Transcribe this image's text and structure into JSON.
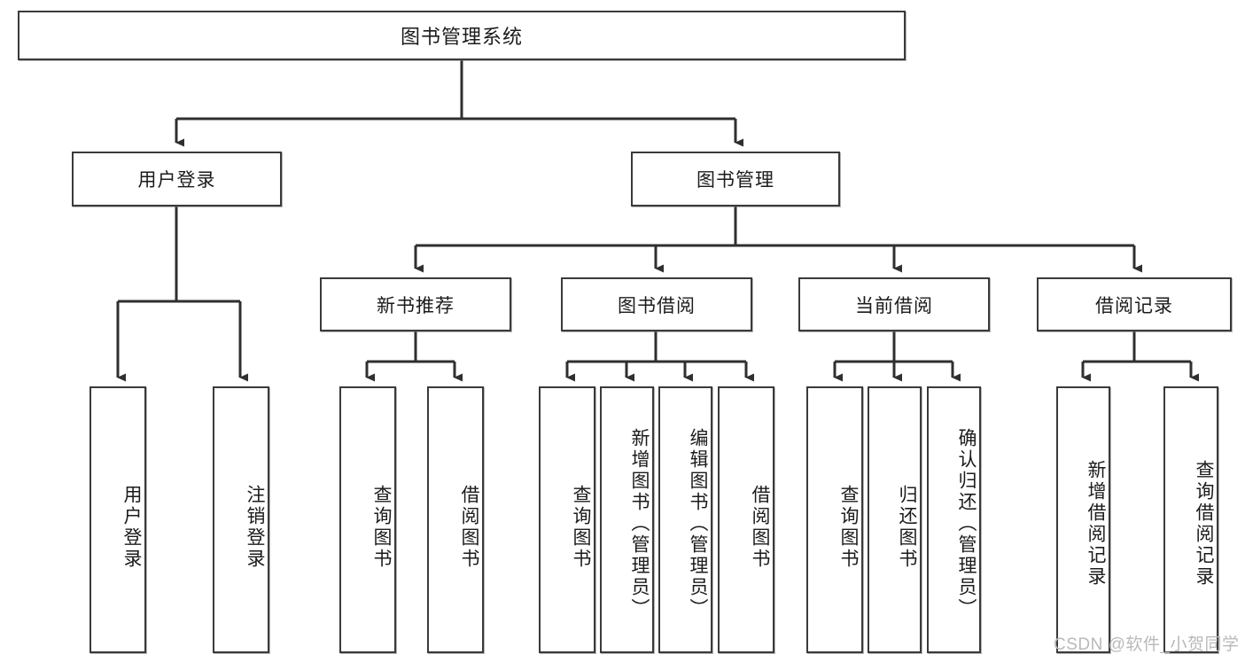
{
  "diagram": {
    "title": "图书管理系统",
    "type": "hierarchy-tree",
    "root": {
      "label": "图书管理系统"
    },
    "level2": [
      {
        "label": "用户登录"
      },
      {
        "label": "图书管理"
      }
    ],
    "level3": [
      {
        "label": "新书推荐"
      },
      {
        "label": "图书借阅"
      },
      {
        "label": "当前借阅"
      },
      {
        "label": "借阅记录"
      }
    ],
    "leaves": [
      {
        "label": "用户登录",
        "parent": "用户登录"
      },
      {
        "label": "注销登录",
        "parent": "用户登录"
      },
      {
        "label": "查询图书",
        "parent": "新书推荐"
      },
      {
        "label": "借阅图书",
        "parent": "新书推荐"
      },
      {
        "label": "查询图书",
        "parent": "图书借阅"
      },
      {
        "label": "新增图书（管理员）",
        "parent": "图书借阅"
      },
      {
        "label": "编辑图书（管理员）",
        "parent": "图书借阅"
      },
      {
        "label": "借阅图书",
        "parent": "图书借阅"
      },
      {
        "label": "查询图书",
        "parent": "当前借阅"
      },
      {
        "label": "归还图书",
        "parent": "当前借阅"
      },
      {
        "label": "确认归还（管理员）",
        "parent": "当前借阅"
      },
      {
        "label": "新增借阅记录",
        "parent": "借阅记录"
      },
      {
        "label": "查询借阅记录",
        "parent": "借阅记录"
      }
    ]
  },
  "watermark": {
    "text": "CSDN @软件_小贺同学"
  },
  "colors": {
    "box_border": "#3a3a3a",
    "box_fill": "#ffffff",
    "edge": "#2f2f2f",
    "text": "#1b1b1b",
    "watermark": "#b9b9b9"
  }
}
